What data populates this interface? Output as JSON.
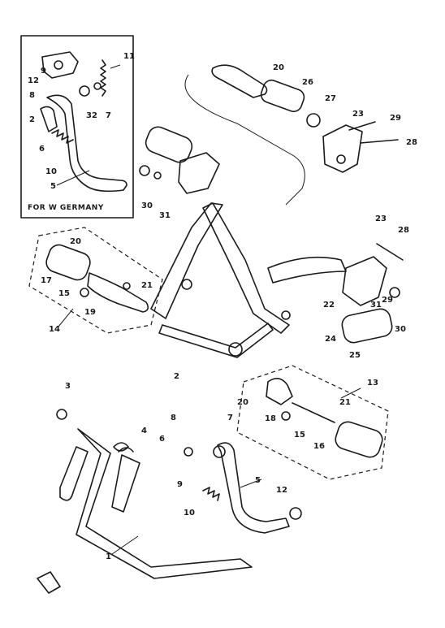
{
  "inset": {
    "label": "FOR W GERMANY"
  },
  "callouts": [
    {
      "id": "c1",
      "text": "1"
    },
    {
      "id": "c2a",
      "text": "2"
    },
    {
      "id": "c2b",
      "text": "2"
    },
    {
      "id": "c3",
      "text": "3"
    },
    {
      "id": "c4",
      "text": "4"
    },
    {
      "id": "c5",
      "text": "5"
    },
    {
      "id": "c6",
      "text": "6"
    },
    {
      "id": "c7",
      "text": "7"
    },
    {
      "id": "c8",
      "text": "8"
    },
    {
      "id": "c9",
      "text": "9"
    },
    {
      "id": "c10",
      "text": "10"
    },
    {
      "id": "c12",
      "text": "12"
    },
    {
      "id": "c13",
      "text": "13"
    },
    {
      "id": "c14",
      "text": "14"
    },
    {
      "id": "c15a",
      "text": "15"
    },
    {
      "id": "c15b",
      "text": "15"
    },
    {
      "id": "c16",
      "text": "16"
    },
    {
      "id": "c17",
      "text": "17"
    },
    {
      "id": "c18",
      "text": "18"
    },
    {
      "id": "c19",
      "text": "19"
    },
    {
      "id": "c20a",
      "text": "20"
    },
    {
      "id": "c20b",
      "text": "20"
    },
    {
      "id": "c21a",
      "text": "21"
    },
    {
      "id": "c21b",
      "text": "21"
    },
    {
      "id": "c22",
      "text": "22"
    },
    {
      "id": "c23",
      "text": "23"
    },
    {
      "id": "c24",
      "text": "24"
    },
    {
      "id": "c25",
      "text": "25"
    },
    {
      "id": "c28",
      "text": "28"
    },
    {
      "id": "c29",
      "text": "29"
    },
    {
      "id": "c30",
      "text": "30"
    },
    {
      "id": "c31",
      "text": "31"
    },
    {
      "id": "c32",
      "text": "32"
    },
    {
      "id": "i5",
      "text": "5"
    },
    {
      "id": "i6",
      "text": "6"
    },
    {
      "id": "i7",
      "text": "7"
    },
    {
      "id": "i8",
      "text": "8"
    },
    {
      "id": "i9",
      "text": "9"
    },
    {
      "id": "i10",
      "text": "10"
    },
    {
      "id": "i11",
      "text": "11"
    },
    {
      "id": "i12",
      "text": "12"
    },
    {
      "id": "t20",
      "text": "20"
    },
    {
      "id": "t23",
      "text": "23"
    },
    {
      "id": "t26",
      "text": "26"
    },
    {
      "id": "t27",
      "text": "27"
    },
    {
      "id": "t28",
      "text": "28"
    },
    {
      "id": "t29",
      "text": "29"
    },
    {
      "id": "m30",
      "text": "30"
    },
    {
      "id": "m31",
      "text": "31"
    }
  ]
}
